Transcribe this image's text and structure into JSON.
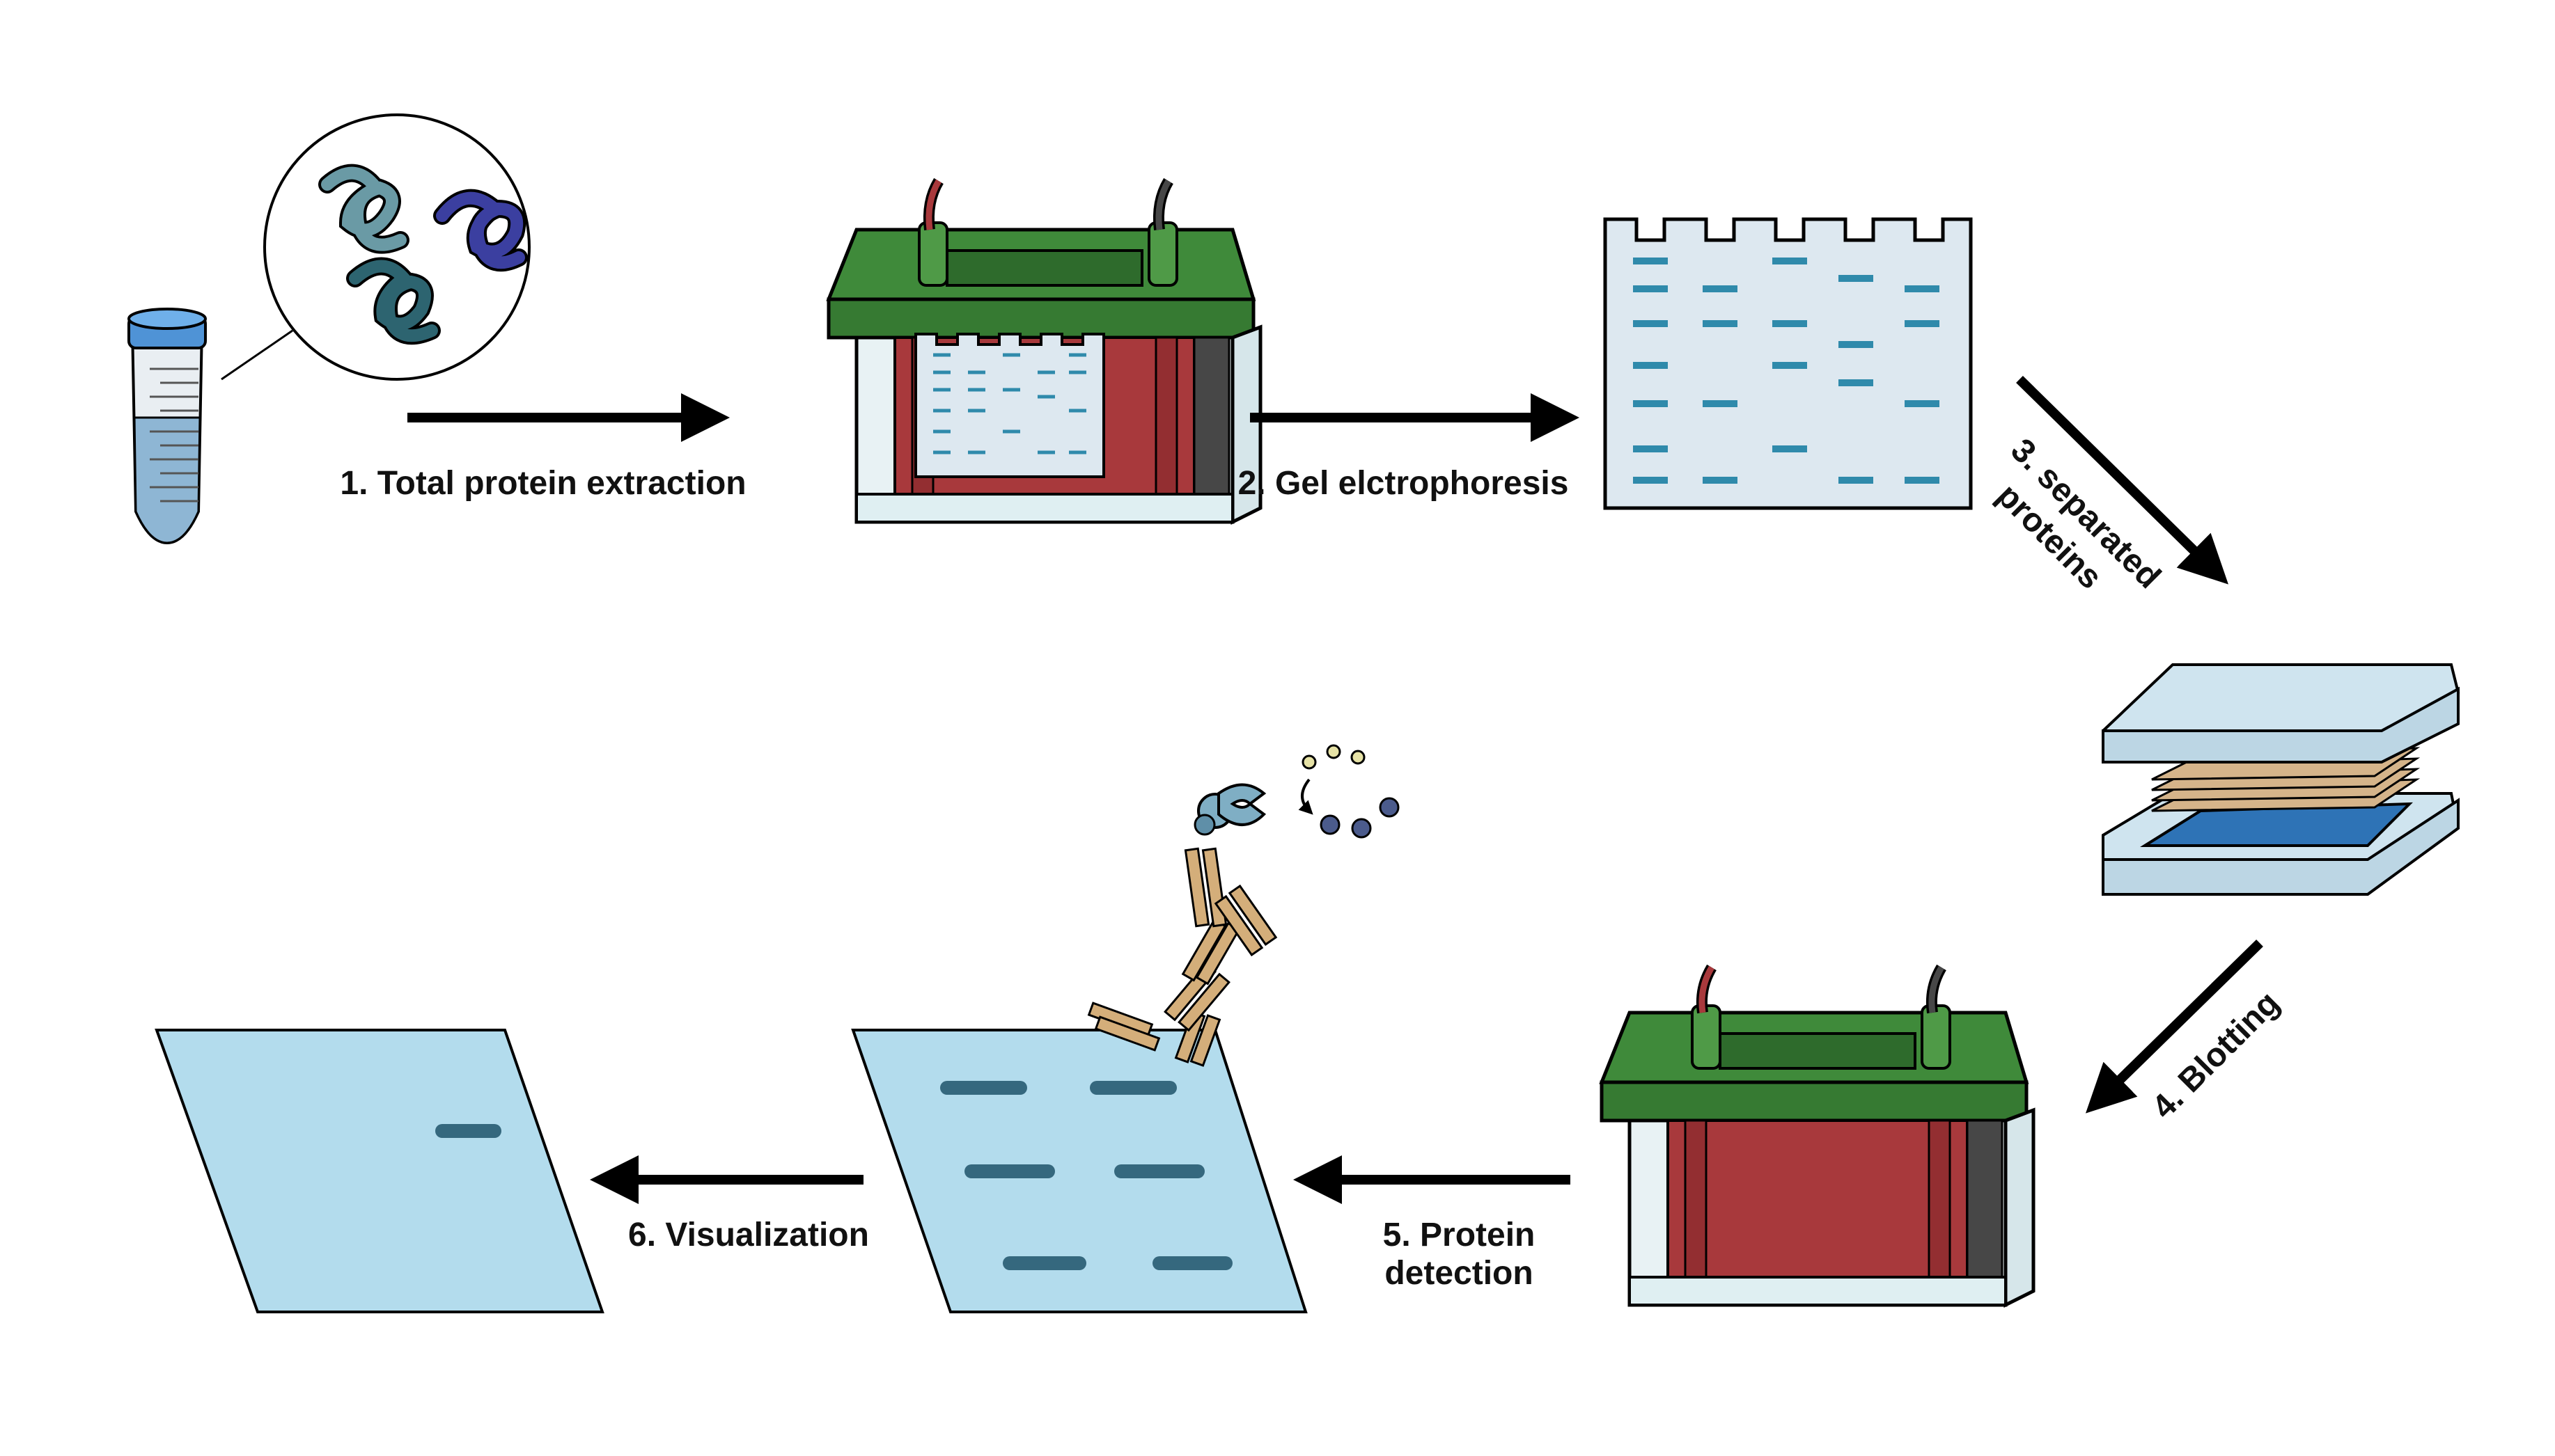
{
  "steps": {
    "step1": "1. Total protein extraction",
    "step2": "2. Gel elctrophoresis",
    "step3_line1": "3. separated",
    "step3_line2": "proteins",
    "step4": "4. Blotting",
    "step5_line1": "5. Protein",
    "step5_line2": "detection",
    "step6": "6. Visualization"
  },
  "colors": {
    "arrow": "#000000",
    "tank_lid": "#3f8a3a",
    "tank_electrode": "#a8393c",
    "gel": "#dde8f0",
    "gel_band": "#2f8aab",
    "membrane": "#b3dced",
    "membrane_band": "#35687e",
    "sponge": "#d5b48a",
    "transfer_membrane": "#2e73b6",
    "protein_1": "#6a9aa5",
    "protein_2": "#3b3fa0",
    "protein_3": "#2d6470",
    "antibody": "#d4ae7a",
    "tube_cap": "#4f93d6"
  }
}
